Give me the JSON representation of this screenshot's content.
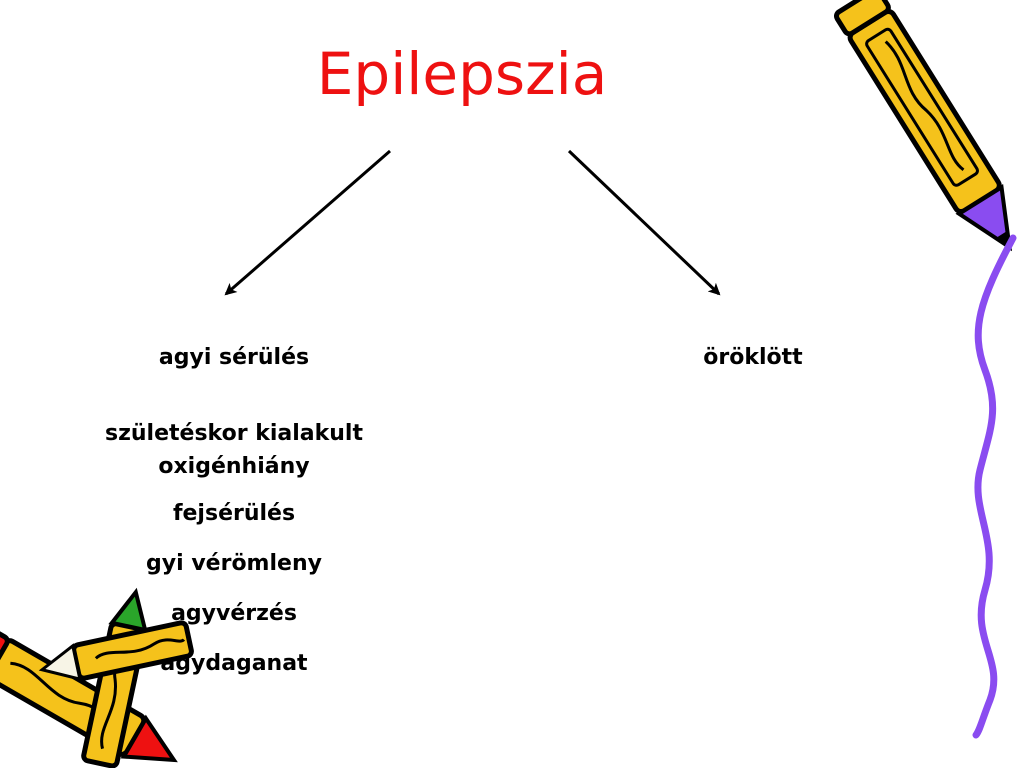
{
  "slide": {
    "title": "Epilepszia",
    "left_branch": {
      "label": "agyi sérülés",
      "causes": [
        "születéskor kialakult oxigénhiány",
        "fejsérülés",
        "gyi vérömleny",
        "agyvérzés",
        "agydaganat"
      ]
    },
    "right_branch": {
      "label": "öröklött"
    }
  },
  "colors": {
    "title": "#ee1111",
    "text": "#000000",
    "pencil_yellow": "#f5c21b",
    "pencil_outline": "#000000",
    "wavy_line": "#8a4cf0"
  }
}
